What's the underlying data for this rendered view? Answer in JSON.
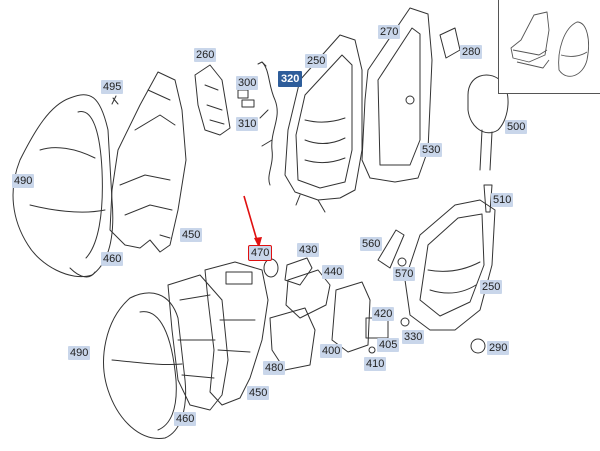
{
  "colors": {
    "label_bg": "#c9d6ea",
    "highlight_bg": "#2e5d9a",
    "highlight_text": "#ffffff",
    "arrow": "#e01010",
    "line": "#333333"
  },
  "labels": {
    "p490a": "490",
    "p495": "495",
    "p460a": "460",
    "p450a": "450",
    "p260": "260",
    "p300": "300",
    "p310": "310",
    "p320": "320",
    "p250a": "250",
    "p270": "270",
    "p280": "280",
    "p500": "500",
    "p530": "530",
    "p510": "510",
    "p470": "470",
    "p430": "430",
    "p560": "560",
    "p570": "570",
    "p250b": "250",
    "p440": "440",
    "p420": "420",
    "p490b": "490",
    "p480": "480",
    "p400": "400",
    "p405": "405",
    "p410": "410",
    "p330": "330",
    "p290": "290",
    "p450b": "450",
    "p460b": "460"
  }
}
